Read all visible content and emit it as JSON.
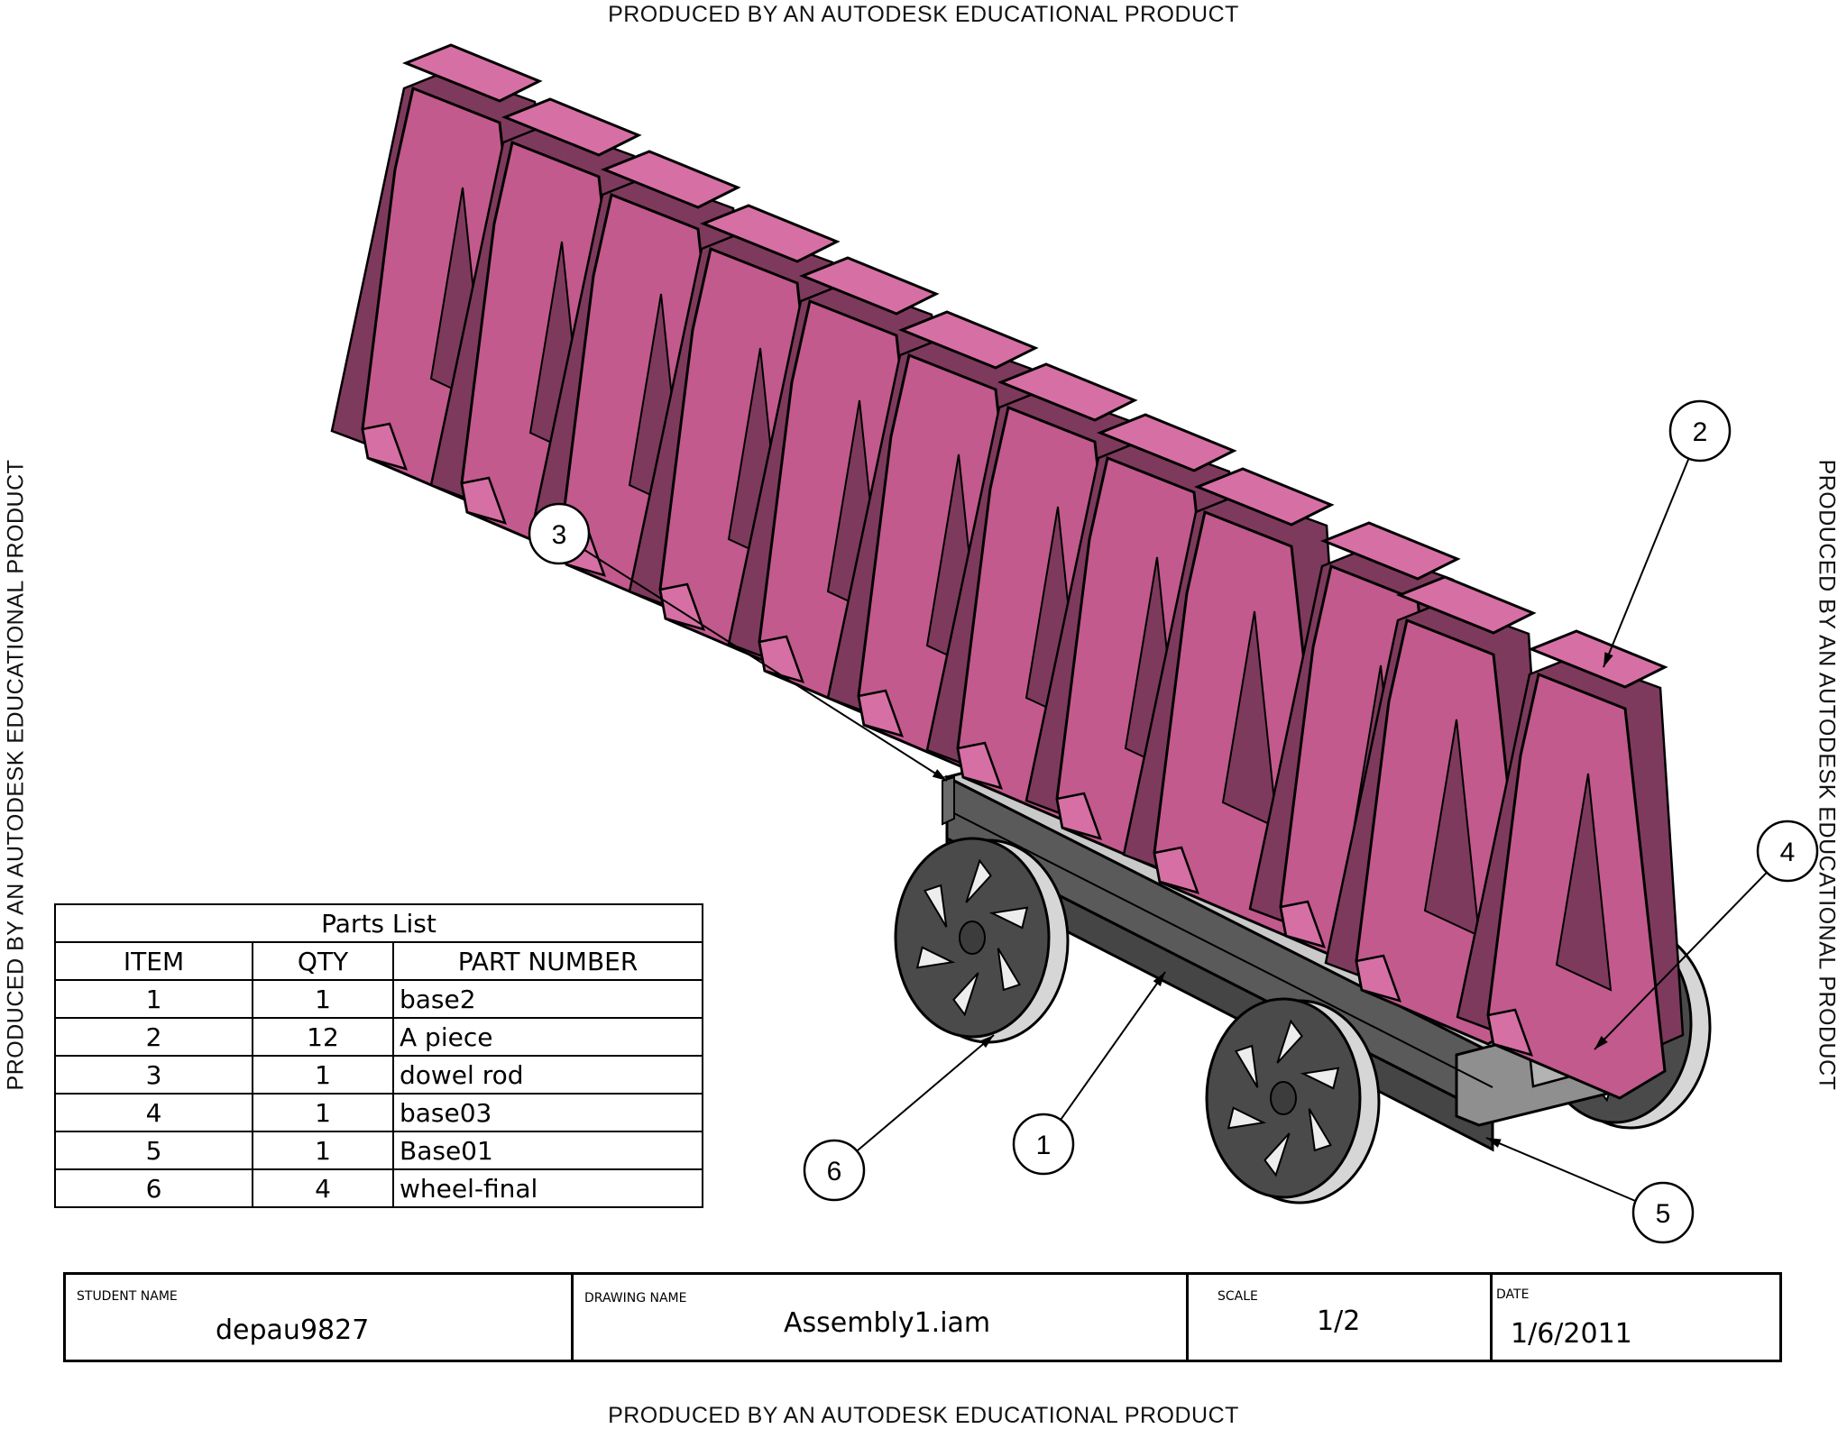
{
  "watermark": {
    "top": "PRODUCED BY AN AUTODESK EDUCATIONAL PRODUCT",
    "bottom": "PRODUCED BY AN AUTODESK EDUCATIONAL PRODUCT",
    "left": "PRODUCED BY AN AUTODESK EDUCATIONAL PRODUCT",
    "right": "PRODUCED BY AN AUTODESK EDUCATIONAL PRODUCT"
  },
  "colors": {
    "piece_front": "#c25a8d",
    "piece_top": "#d670a4",
    "piece_side": "#7e3a5d",
    "base_top": "#c9c9c9",
    "base_side": "#5a5a5a",
    "wheel": "#4a4a4a",
    "wheel_rim": "#d6d6d6"
  },
  "balloons": [
    "1",
    "2",
    "3",
    "4",
    "5",
    "6"
  ],
  "parts_list": {
    "title": "Parts List",
    "headers": [
      "ITEM",
      "QTY",
      "PART NUMBER"
    ],
    "rows": [
      [
        "1",
        "1",
        "base2"
      ],
      [
        "2",
        "12",
        "A piece"
      ],
      [
        "3",
        "1",
        "dowel rod"
      ],
      [
        "4",
        "1",
        "base03"
      ],
      [
        "5",
        "1",
        "Base01"
      ],
      [
        "6",
        "4",
        "wheel-final"
      ]
    ]
  },
  "title_block": {
    "student_label": "STUDENT NAME",
    "student_value": "depau9827",
    "drawing_label": "DRAWING NAME",
    "drawing_value": "Assembly1.iam",
    "scale_label": "SCALE",
    "scale_value": "1/2",
    "date_label": "DATE",
    "date_value": "1/6/2011"
  }
}
